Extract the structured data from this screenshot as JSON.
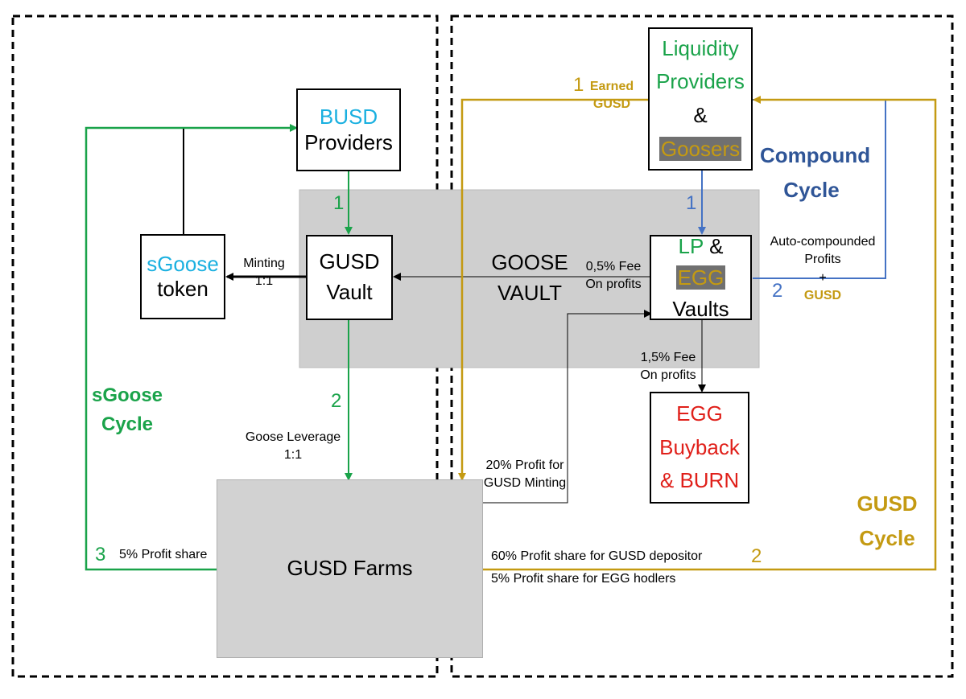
{
  "colors": {
    "green": "#1aa34a",
    "gold": "#c49a12",
    "blue": "#4472c4",
    "cyan": "#1ab0e0",
    "red": "#e0201a",
    "dark_blue": "#2f5597",
    "gray_area": "#cfcfcf",
    "highlight": "#707070"
  },
  "boxes": {
    "busd": {
      "line1": "BUSD",
      "line2": "Providers"
    },
    "lp": {
      "line1": "Liquidity",
      "line2": "Providers",
      "line3": "&",
      "line4": "Goosers"
    },
    "sgoose": {
      "line1": "sGoose",
      "line2": "token"
    },
    "gusd_vault": {
      "line1": "GUSD",
      "line2": "Vault"
    },
    "lp_egg": {
      "lp": "LP",
      "amp": "&",
      "egg": "EGG",
      "line2": "Vaults"
    },
    "egg_buyback": {
      "line1": "EGG",
      "line2": "Buyback",
      "line3": "& BURN"
    },
    "farms": {
      "label": "GUSD Farms"
    },
    "goose_vault": {
      "line1": "GOOSE",
      "line2": "VAULT"
    }
  },
  "labels": {
    "minting": [
      "Minting",
      "1:1"
    ],
    "fee_05": [
      "0,5% Fee",
      "On profits"
    ],
    "fee_15": [
      "1,5% Fee",
      "On profits"
    ],
    "auto": [
      "Auto-compounded",
      "Profits",
      "+"
    ],
    "auto_gusd": "GUSD",
    "earned": [
      "Earned",
      "GUSD"
    ],
    "leverage": [
      "Goose Leverage",
      "1:1"
    ],
    "profit20": [
      "20% Profit for",
      "GUSD Minting"
    ],
    "share5": "5% Profit share",
    "share60": "60% Profit share for GUSD depositor",
    "share5egg": "5% Profit share for EGG hodlers"
  },
  "steps": {
    "busd_1": "1",
    "gusd_2": "2",
    "sgoose_3": "3",
    "lp_1": "1",
    "compound_2": "2",
    "earned_1": "1",
    "gusd_cycle_2": "2"
  },
  "cycles": {
    "sgoose": [
      "sGoose",
      "Cycle"
    ],
    "compound": [
      "Compound",
      "Cycle"
    ],
    "gusd": [
      "GUSD",
      "Cycle"
    ]
  }
}
